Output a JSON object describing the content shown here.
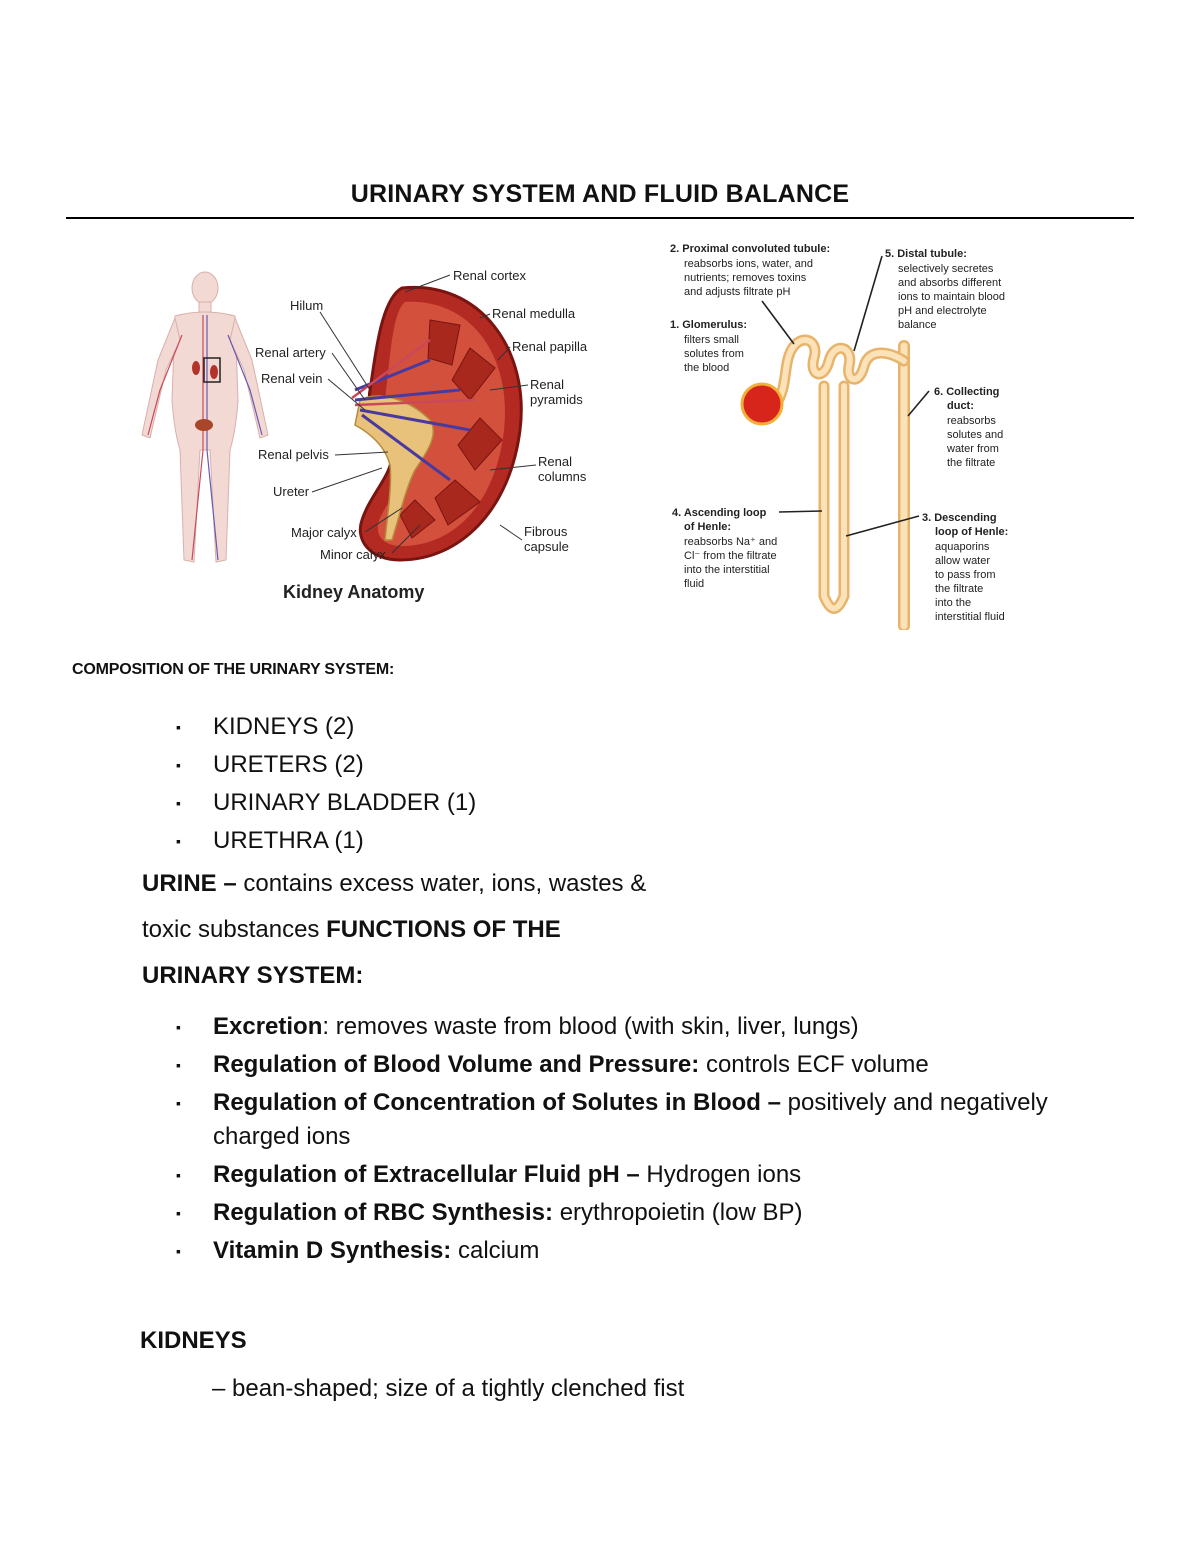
{
  "title": "URINARY SYSTEM AND FLUID BALANCE",
  "kidney_figure": {
    "caption": "Kidney Anatomy",
    "labels": {
      "renal_cortex": "Renal cortex",
      "hilum": "Hilum",
      "renal_medulla": "Renal medulla",
      "renal_artery": "Renal artery",
      "renal_papilla": "Renal papilla",
      "renal_vein": "Renal vein",
      "renal_pyramids": [
        "Renal",
        "pyramids"
      ],
      "renal_pelvis": "Renal pelvis",
      "renal_columns": [
        "Renal",
        "columns"
      ],
      "ureter": "Ureter",
      "major_calyx": "Major calyx",
      "fibrous_capsule": [
        "Fibrous",
        "capsule"
      ],
      "minor_calyx": "Minor calyx"
    }
  },
  "nephron_figure": {
    "proximal": {
      "title": "2. Proximal convoluted tubule:",
      "lines": [
        "reabsorbs ions, water, and",
        "nutrients; removes toxins",
        "and adjusts filtrate pH"
      ]
    },
    "distal": {
      "title": "5. Distal tubule:",
      "lines": [
        "selectively secretes",
        "and absorbs different",
        "ions to maintain blood",
        "pH and electrolyte",
        "balance"
      ]
    },
    "glomerulus": {
      "title": "1. Glomerulus:",
      "lines": [
        "filters small",
        "solutes from",
        "the blood"
      ]
    },
    "collecting": {
      "title_lines": [
        "6. Collecting",
        "duct:"
      ],
      "lines": [
        "reabsorbs",
        "solutes and",
        "water from",
        "the filtrate"
      ]
    },
    "ascending": {
      "title_lines": [
        "4. Ascending loop",
        "of Henle:"
      ],
      "lines": [
        "reabsorbs Na⁺ and",
        "Cl⁻ from the filtrate",
        "into the interstitial",
        "fluid"
      ]
    },
    "descending": {
      "title_lines": [
        "3. Descending",
        "loop of Henle:"
      ],
      "lines": [
        "aquaporins",
        "allow water",
        "to pass from",
        "the filtrate",
        "into the",
        "interstitial fluid"
      ]
    }
  },
  "composition": {
    "heading": "COMPOSITION OF THE URINARY SYSTEM:",
    "items": [
      "KIDNEYS (2)",
      "URETERS (2)",
      "URINARY BLADDER (1)",
      "URETHRA (1)"
    ]
  },
  "bullet": "▪",
  "urine": {
    "label": "URINE –",
    "text_line1": " contains excess water, ions, wastes &",
    "text_line2": "toxic substances ",
    "functions_heading_part1": "FUNCTIONS OF THE",
    "functions_heading_part2": "URINARY SYSTEM:"
  },
  "functions": [
    {
      "term": "Excretion",
      "desc": ": removes waste from blood (with skin, liver, lungs)"
    },
    {
      "term": "Regulation of Blood Volume and Pressure:",
      "desc": " controls ECF volume"
    },
    {
      "term": "Regulation of Concentration of Solutes in Blood –",
      "desc": " positively and negatively charged ions"
    },
    {
      "term": "Regulation of Extracellular Fluid pH –",
      "desc": " Hydrogen ions"
    },
    {
      "term": "Regulation of RBC Synthesis:",
      "desc": " erythropoietin (low BP)"
    },
    {
      "term": "Vitamin D Synthesis:",
      "desc": " calcium"
    }
  ],
  "kidneys": {
    "heading": "KIDNEYS",
    "text": "– bean-shaped; size of a tightly clenched fist"
  }
}
